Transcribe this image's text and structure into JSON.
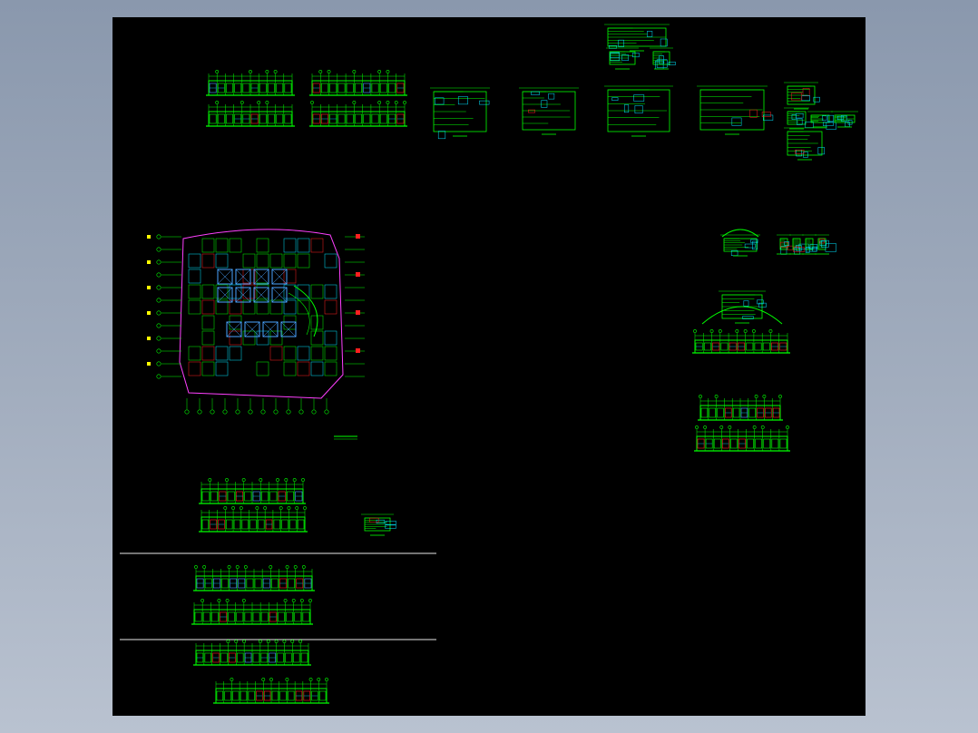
{
  "viewer": {
    "background_top": "#8a98ad",
    "background_bottom": "#b9c2d0",
    "sheet_color": "#000000"
  },
  "palette": {
    "primary": "#00ff00",
    "accent_red": "#ff2020",
    "accent_yellow": "#ffff00",
    "accent_blue": "#4aa3ff",
    "accent_cyan": "#00e5ff",
    "accent_magenta": "#ff40ff",
    "separator": "#e8e8e8"
  },
  "drawing": {
    "views": [
      "elevation-strip",
      "elevation-strip",
      "section-detail",
      "section-detail",
      "section-detail",
      "section-detail",
      "detail-cluster",
      "site-floor-plan",
      "arched-elevation",
      "arched-elevation-large",
      "stair-elevation",
      "elevation-strip",
      "elevation-strip",
      "elevation-strip",
      "small-detail"
    ]
  }
}
